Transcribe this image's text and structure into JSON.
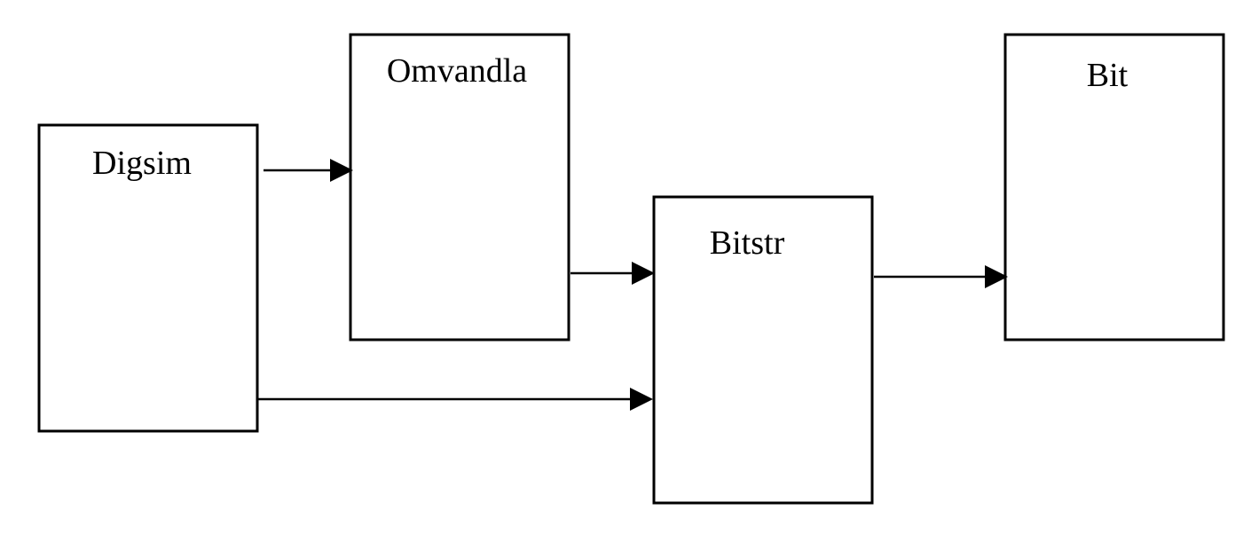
{
  "nodes": {
    "digsim": {
      "label": "Digsim"
    },
    "omvandla": {
      "label": "Omvandla"
    },
    "bitstr": {
      "label": "Bitstr"
    },
    "bit": {
      "label": "Bit"
    }
  },
  "edges": [
    {
      "from": "digsim",
      "to": "omvandla"
    },
    {
      "from": "omvandla",
      "to": "bitstr"
    },
    {
      "from": "digsim",
      "to": "bitstr"
    },
    {
      "from": "bitstr",
      "to": "bit"
    }
  ],
  "colors": {
    "stroke": "#000000",
    "background": "#ffffff"
  }
}
